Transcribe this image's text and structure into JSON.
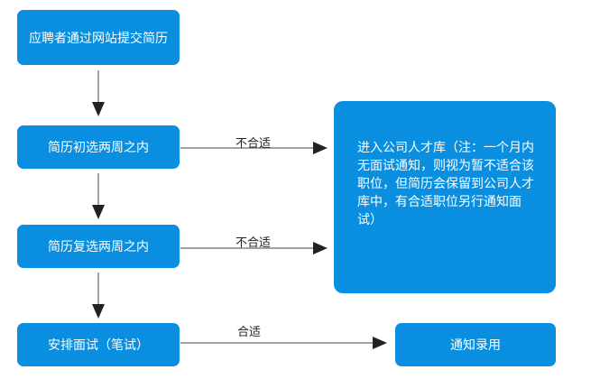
{
  "nodes": {
    "apply": "应聘者通过网站提交简历",
    "screen1": "简历初选两周之内",
    "screen2": "简历复选两周之内",
    "interview": "安排面试（笔试）",
    "talent_pool": "进入公司人才库（注：一个月内无面试通知，则视为暂不适合该职位，但简历会保留到公司人才库中，有合适职位另行通知面试）",
    "hire": "通知录用"
  },
  "edges": {
    "unsuitable_1": "不合适",
    "unsuitable_2": "不合适",
    "suitable": "合适"
  },
  "colors": {
    "box": "#0a8fe0",
    "arrow": "#222222"
  }
}
